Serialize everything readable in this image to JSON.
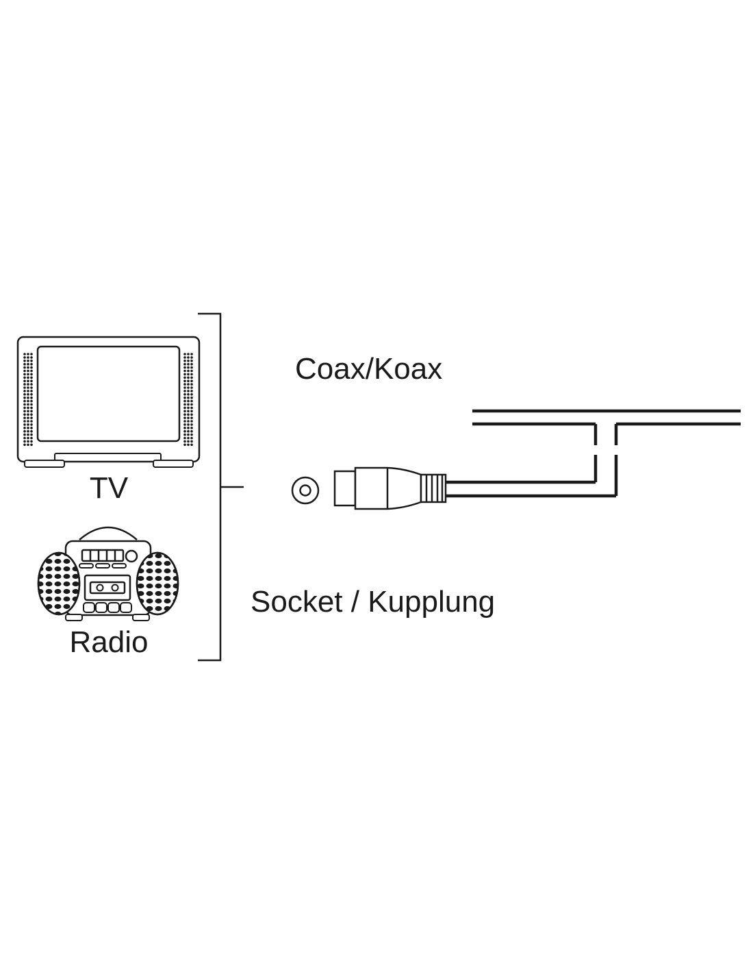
{
  "labels": {
    "tv": "TV",
    "radio": "Radio",
    "coax": "Coax/Koax",
    "socket": "Socket / Kupplung"
  },
  "colors": {
    "ink": "#1a1a1a",
    "paper": "#ffffff"
  }
}
